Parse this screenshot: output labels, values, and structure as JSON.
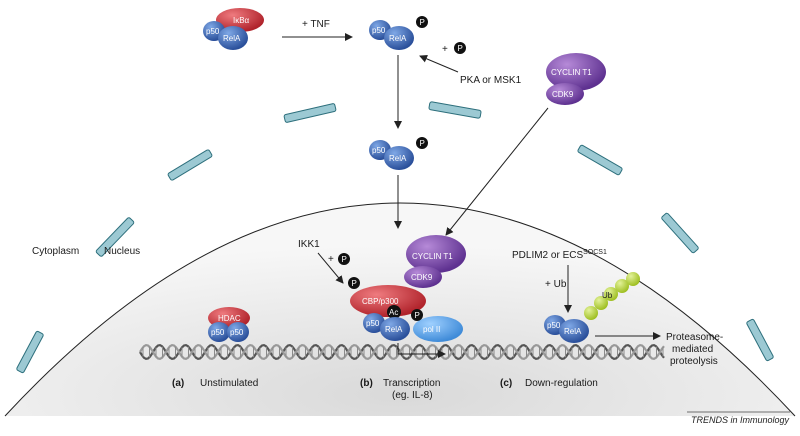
{
  "molecules": {
    "ikba": "IκBα",
    "p50": "p50",
    "rela": "RelA",
    "phospho": "P",
    "cyclin_t1": "CYCLIN T1",
    "cdk9": "CDK9",
    "hdac": "HDAC",
    "cbp_p300": "CBP/p300",
    "acetyl": "Ac",
    "pol_ii": "pol II",
    "ub": "Ub"
  },
  "labels": {
    "tnf": "+ TNF",
    "plus_p": "+",
    "kinase": "PKA or MSK1",
    "ikk1": "IKK1",
    "pdlim2": "PDLIM2 or ECS",
    "pdlim2_sup": "SOCS1",
    "plus_ub": "+ Ub",
    "cytoplasm": "Cytoplasm",
    "nucleus": "Nucleus",
    "proteolysis_1": "Proteasome-",
    "proteolysis_2": "mediated",
    "proteolysis_3": "proteolysis"
  },
  "panels": {
    "a_letter": "(a)",
    "a_text": "Unstimulated",
    "b_letter": "(b)",
    "b_text": "Transcription",
    "b_sub": "(eg. IL-8)",
    "c_letter": "(c)",
    "c_text": "Down-regulation"
  },
  "footer": "TRENDS in Immunology",
  "colors": {
    "rela": "#2f5fb0",
    "p50": "#3f6fc0",
    "ikba": "#c8333a",
    "cyclin": "#7a4aa8",
    "cdk9": "#8e63b8",
    "cbp": "#c8333a",
    "pol": "#4f9be0",
    "ub": "#b5d23a",
    "membrane": "#7fb8c4",
    "phospho": "#111111"
  }
}
